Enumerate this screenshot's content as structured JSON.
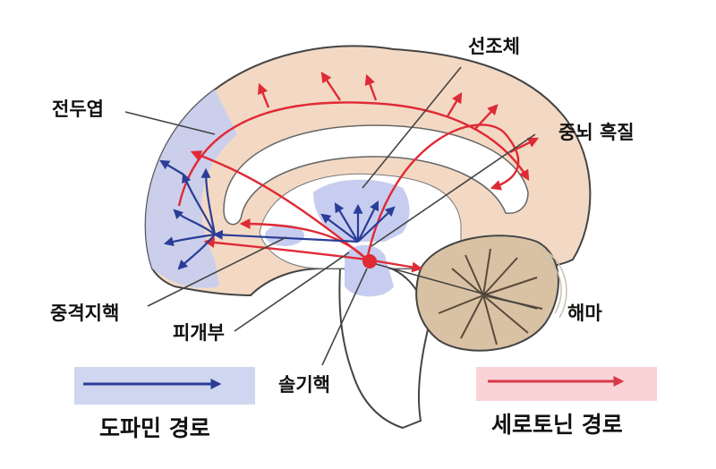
{
  "labels": {
    "striatum": "선조체",
    "frontal_lobe": "전두엽",
    "substantia_nigra": "중뇌 흑질",
    "ventral_tegmental_area": "중격지핵",
    "hippocampus": "해마",
    "cortex": "피개부",
    "raphe_nucleus": "솔기핵"
  },
  "legend": {
    "dopamine": "도파민 경로",
    "serotonin": "세로토닌 경로"
  },
  "colors": {
    "dopamine": "#2a3d97",
    "serotonin": "#e02a36",
    "dopamine_region": "#c7cdf0",
    "brain_tissue": "#f3d9c4",
    "outline": "#444444",
    "legend_dopamine_bg": "#cfd6ef",
    "legend_serotonin_bg": "#f9d3d6"
  }
}
